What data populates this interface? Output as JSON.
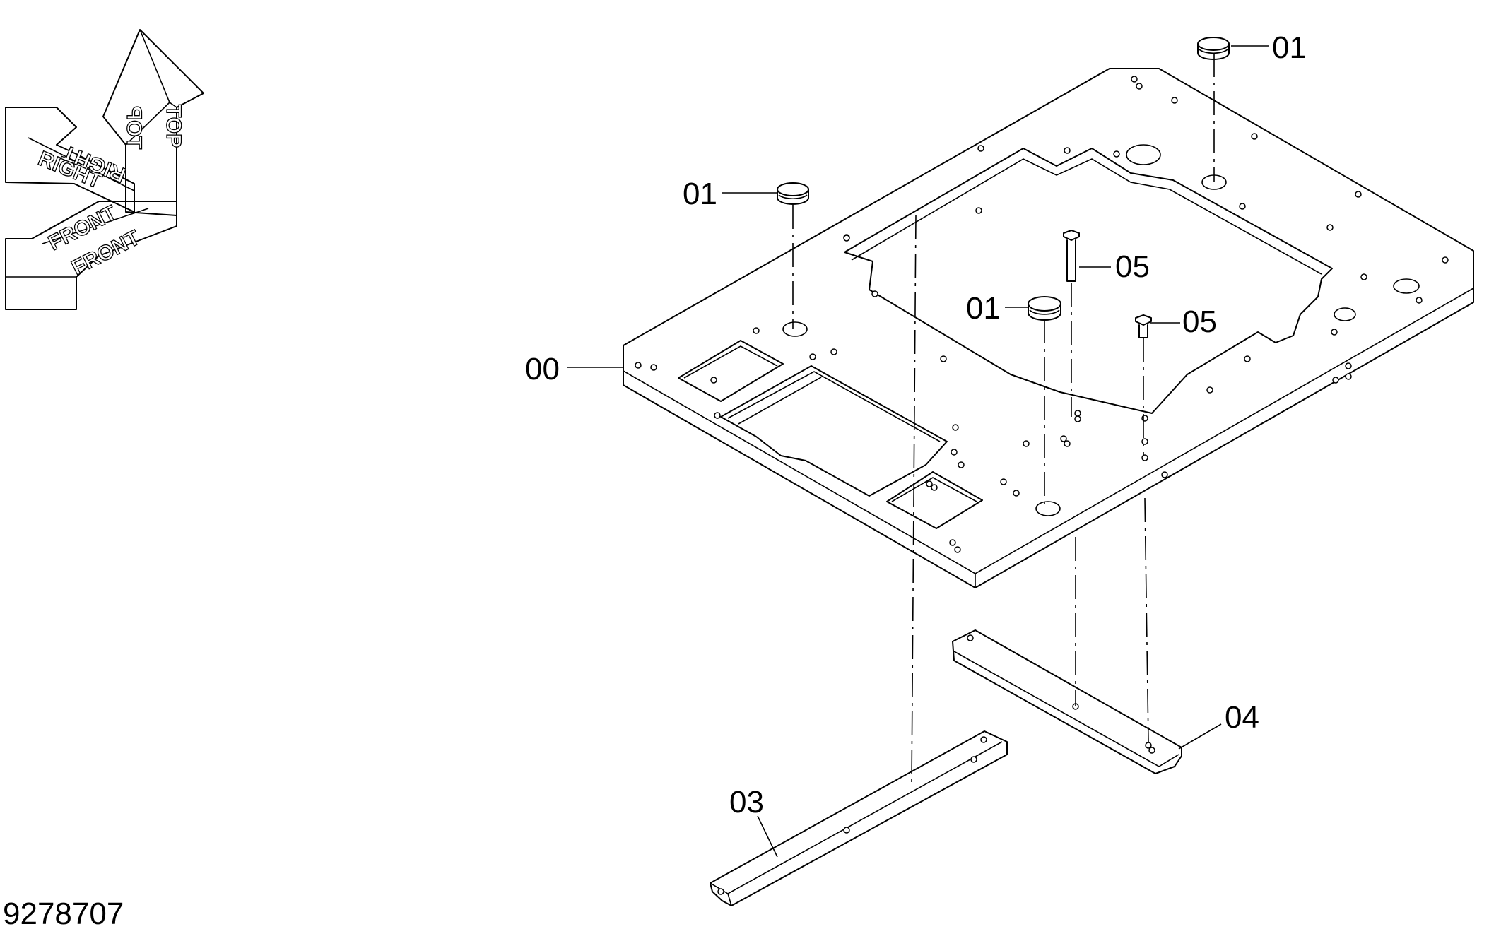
{
  "orientation": {
    "top": "TOP",
    "right": "RIGHT",
    "front": "FRONT"
  },
  "callouts": {
    "plate": "00",
    "cap_top_right": "01",
    "cap_left": "01",
    "cap_center": "01",
    "bolt_upper": "05",
    "bolt_lower": "05",
    "bracket_left": "03",
    "bracket_right": "04"
  },
  "figure_number": "9278707"
}
